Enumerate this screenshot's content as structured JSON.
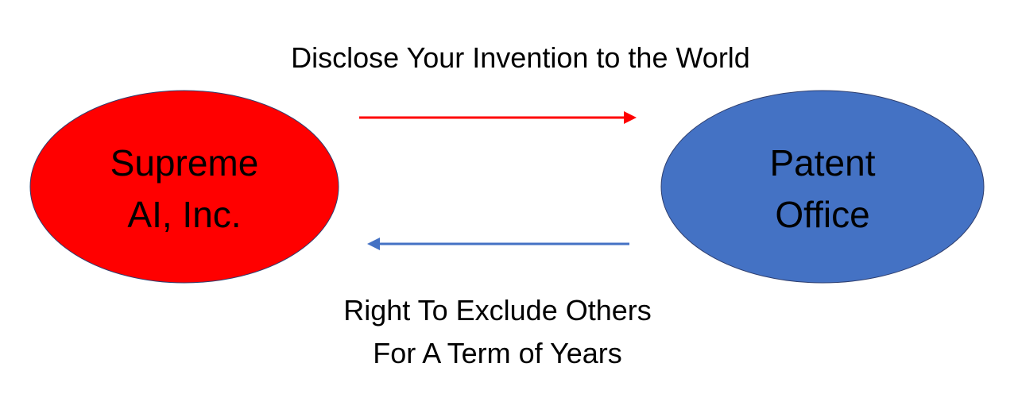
{
  "top_label": "Disclose Your Invention to the World",
  "left_node": {
    "line1": "Supreme",
    "line2": "AI, Inc.",
    "color": "#ff0000"
  },
  "right_node": {
    "line1": "Patent",
    "line2": "Office",
    "color": "#4472c4"
  },
  "bottom_label": {
    "line1": "Right To Exclude Others",
    "line2": "For A Term of Years"
  },
  "arrow_colors": {
    "forward": "#ff0000",
    "back": "#4472c4"
  }
}
